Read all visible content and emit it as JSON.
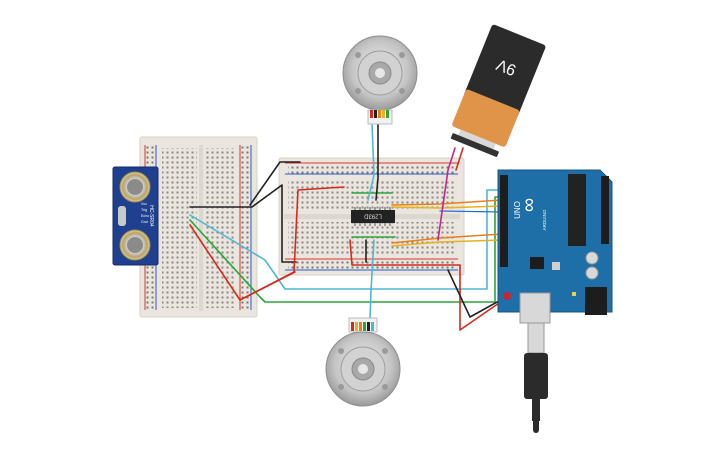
{
  "components": {
    "battery": {
      "label": "9V",
      "body_color": "#2b2b2b",
      "band_color": "#e0944a",
      "cap_color": "#333333"
    },
    "ultrasonic_sensor": {
      "label": "HC-SR04",
      "pins": [
        "Vcc",
        "Trig",
        "Echo",
        "Gnd"
      ],
      "board_color": "#1f3f8f"
    },
    "motor_driver_ic": {
      "label": "L293D",
      "color": "#222222"
    },
    "arduino": {
      "label": "UNO",
      "board_color": "#1e6fa8",
      "logo": "∞",
      "brand": "ARDUINO"
    },
    "motor_top": {
      "body_color": "#bdbdbd"
    },
    "motor_bottom": {
      "body_color": "#bdbdbd"
    },
    "breadboard_small": {
      "color": "#e9e5de",
      "rail_red": "#d9352b",
      "rail_blue": "#2b58c4"
    },
    "breadboard_large": {
      "color": "#e9e5de"
    }
  },
  "wire_colors": {
    "red": "#d42b1f",
    "black": "#222222",
    "green": "#2aa63b",
    "cyan": "#4fb7d4",
    "yellow": "#e6b31e",
    "orange": "#e97f1a",
    "magenta": "#c2278f",
    "blue": "#2a6fd6"
  }
}
